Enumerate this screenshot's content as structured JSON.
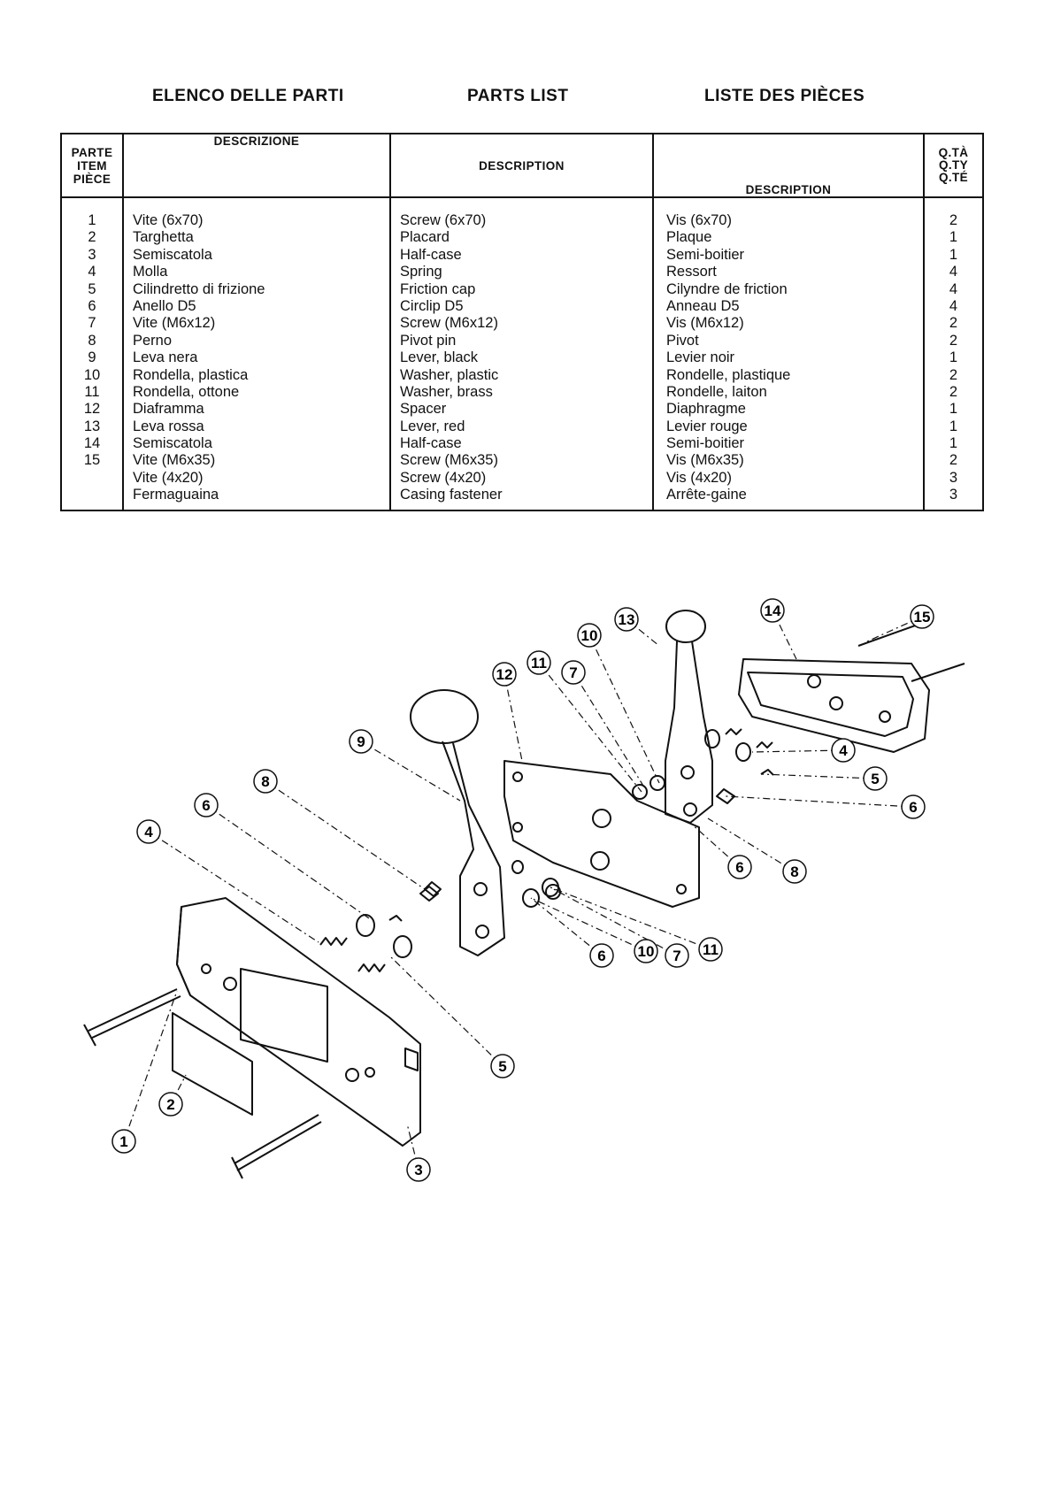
{
  "headings": {
    "italian": "ELENCO DELLE PARTI",
    "english": "PARTS LIST",
    "french": "LISTE DES PIÈCES"
  },
  "table": {
    "headers": {
      "item": [
        "PARTE",
        "ITEM",
        "PIÈCE"
      ],
      "italian": "DESCRIZIONE",
      "english": "DESCRIPTION",
      "french": "DESCRIPTION",
      "qty": [
        "Q.TÀ",
        "Q.TY",
        "Q.TÉ"
      ]
    },
    "rows": [
      {
        "item": "1",
        "it": "Vite (6x70)",
        "en": "Screw (6x70)",
        "fr": "Vis (6x70)",
        "qty": "2"
      },
      {
        "item": "2",
        "it": "Targhetta",
        "en": "Placard",
        "fr": "Plaque",
        "qty": "1"
      },
      {
        "item": "3",
        "it": "Semiscatola",
        "en": "Half-case",
        "fr": "Semi-boitier",
        "qty": "1"
      },
      {
        "item": "4",
        "it": "Molla",
        "en": "Spring",
        "fr": "Ressort",
        "qty": "4"
      },
      {
        "item": "5",
        "it": "Cilindretto di frizione",
        "en": "Friction cap",
        "fr": "Cilyndre de friction",
        "qty": "4"
      },
      {
        "item": "6",
        "it": "Anello D5",
        "en": "Circlip D5",
        "fr": "Anneau D5",
        "qty": "4"
      },
      {
        "item": "7",
        "it": "Vite (M6x12)",
        "en": "Screw (M6x12)",
        "fr": "Vis (M6x12)",
        "qty": "2"
      },
      {
        "item": "8",
        "it": "Perno",
        "en": "Pivot pin",
        "fr": "Pivot",
        "qty": "2"
      },
      {
        "item": "9",
        "it": "Leva nera",
        "en": "Lever, black",
        "fr": "Levier noir",
        "qty": "1"
      },
      {
        "item": "10",
        "it": "Rondella, plastica",
        "en": "Washer, plastic",
        "fr": "Rondelle, plastique",
        "qty": "2"
      },
      {
        "item": "11",
        "it": "Rondella, ottone",
        "en": "Washer, brass",
        "fr": "Rondelle, laiton",
        "qty": "2"
      },
      {
        "item": "12",
        "it": "Diaframma",
        "en": "Spacer",
        "fr": "Diaphragme",
        "qty": "1"
      },
      {
        "item": "13",
        "it": "Leva rossa",
        "en": "Lever, red",
        "fr": "Levier rouge",
        "qty": "1"
      },
      {
        "item": "14",
        "it": "Semiscatola",
        "en": "Half-case",
        "fr": "Semi-boitier",
        "qty": "1"
      },
      {
        "item": "15",
        "it": "Vite (M6x35)",
        "en": "Screw (M6x35)",
        "fr": "Vis (M6x35)",
        "qty": "2"
      },
      {
        "item": "",
        "it": "Vite (4x20)",
        "en": "Screw (4x20)",
        "fr": "Vis (4x20)",
        "qty": "3"
      },
      {
        "item": "",
        "it": "Fermaguaina",
        "en": "Casing fastener",
        "fr": "Arrête-gaine",
        "qty": "3"
      }
    ]
  },
  "diagram": {
    "callouts": [
      "1",
      "2",
      "3",
      "4",
      "5",
      "6",
      "6",
      "6",
      "6",
      "7",
      "7",
      "8",
      "8",
      "9",
      "10",
      "10",
      "11",
      "11",
      "12",
      "13",
      "14",
      "15",
      "4",
      "5"
    ]
  }
}
